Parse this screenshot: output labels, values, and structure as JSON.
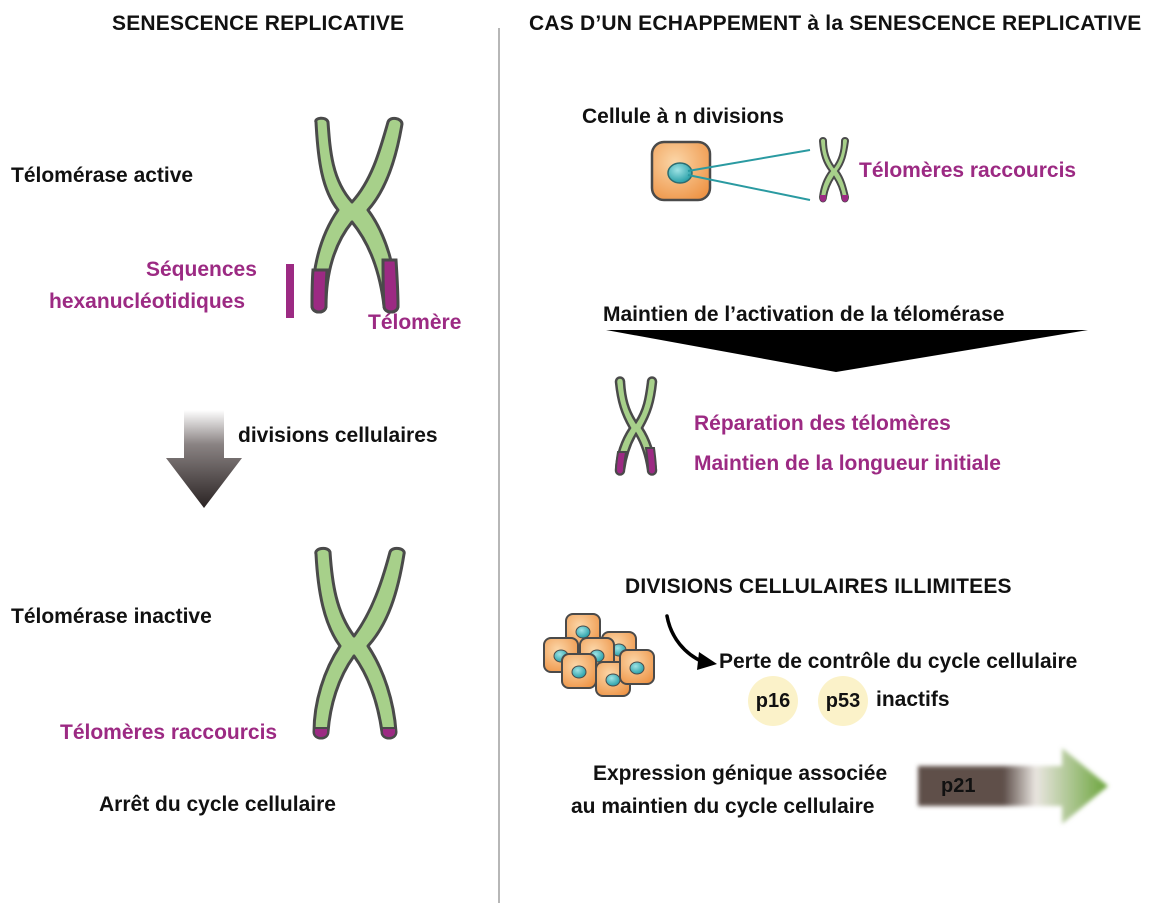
{
  "left": {
    "title": "SENESCENCE REPLICATIVE",
    "telomerase_active": "Télomérase active",
    "sequences_line1": "Séquences",
    "sequences_line2": "hexanucléotidiques",
    "telomere": "Télomère",
    "divisions": "divisions cellulaires",
    "telomerase_inactive": "Télomérase inactive",
    "shortened": "Télomères raccourcis",
    "arrest": "Arrêt du cycle cellulaire"
  },
  "right": {
    "title": "CAS D’UN ECHAPPEMENT à la SENESCENCE REPLICATIVE",
    "cell_divisions": "Cellule à n divisions",
    "shortened": "Télomères raccourcis",
    "maintain_activation": "Maintien de l’activation de la télomérase",
    "repair": "Réparation des télomères",
    "maintain_length": "Maintien de la longueur initiale",
    "unlimited": "DIVISIONS CELLULAIRES ILLIMITEES",
    "loss_control": "Perte de contrôle du cycle cellulaire",
    "p16": "p16",
    "p53": "p53",
    "inactive": "inactifs",
    "expression_line1": "Expression génique associée",
    "expression_line2": "au maintien du cycle cellulaire",
    "p21": "p21"
  },
  "colors": {
    "chromosome_fill": "#a7d08a",
    "chromosome_stroke": "#4a4a4a",
    "telomere": "#9c2a83",
    "label_purple": "#9c2a83",
    "cell_orange": "#f5a95b",
    "nucleus": "#3ab0b5",
    "badge": "#fbf2c9",
    "arrow_green": "#6da63a"
  }
}
